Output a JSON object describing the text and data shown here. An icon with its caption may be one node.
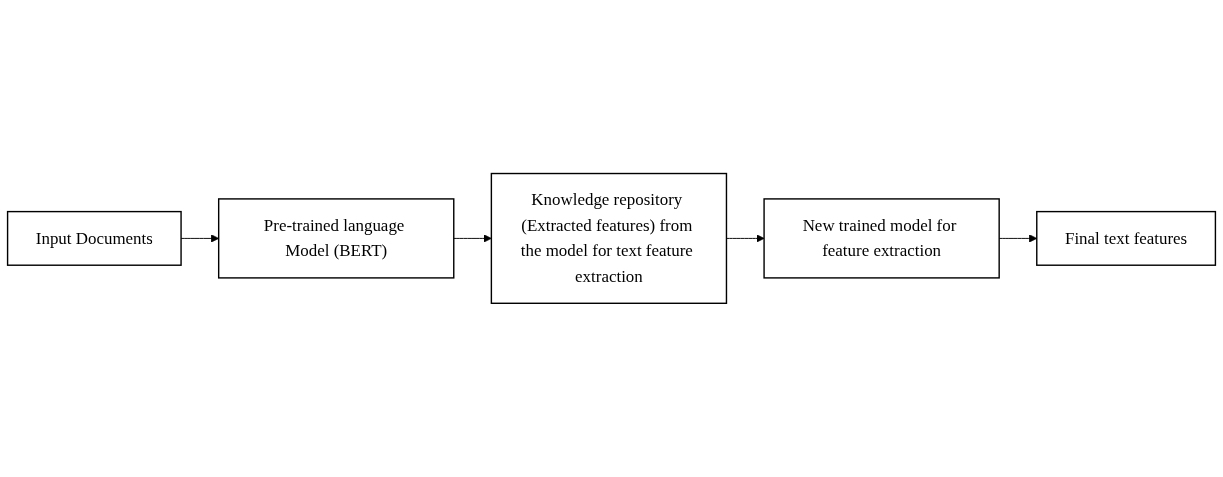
{
  "diagram": {
    "nodes": [
      {
        "text": [
          "Input Documents"
        ]
      },
      {
        "text": [
          "Pre-trained language Model (BERT)"
        ]
      },
      {
        "text": [
          "Knowledge repository (Extracted features) from the model for text feature extraction"
        ]
      },
      {
        "text": [
          "New trained model for feature extraction"
        ]
      },
      {
        "text": [
          "Final text features"
        ]
      }
    ],
    "edges": [
      {
        "from": 0,
        "to": 1,
        "arrow": "to"
      },
      {
        "from": 1,
        "to": 2,
        "arrow": "to"
      },
      {
        "from": 2,
        "to": 3,
        "arrow": "to"
      },
      {
        "from": 3,
        "to": 4,
        "arrow": "to"
      }
    ]
  }
}
